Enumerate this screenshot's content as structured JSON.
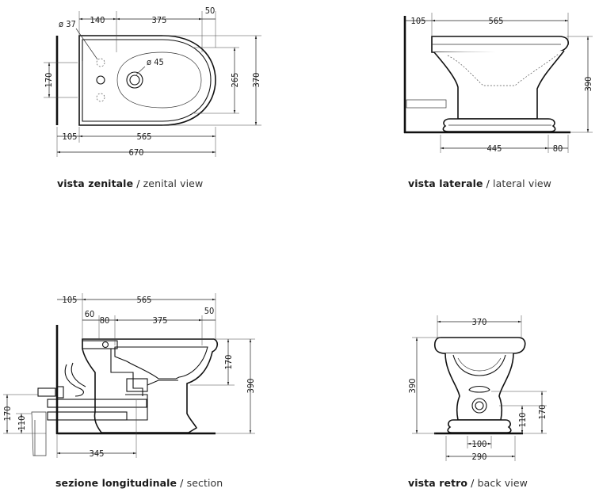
{
  "views": {
    "top": {
      "caption_it": "vista zenitale",
      "caption_en": "zenital view",
      "dims": {
        "d140": "140",
        "d375": "375",
        "d50": "50",
        "dia37": "ø 37",
        "dia45": "ø 45",
        "d170": "170",
        "d265": "265",
        "d370": "370",
        "d105": "105",
        "d565": "565",
        "d670": "670"
      }
    },
    "lateral": {
      "caption_it": "vista laterale",
      "caption_en": "lateral view",
      "dims": {
        "d105": "105",
        "d565": "565",
        "d390": "390",
        "d445": "445",
        "d80": "80"
      }
    },
    "section": {
      "caption_it": "sezione longitudinale",
      "caption_en": "section",
      "dims": {
        "d105": "105",
        "d565": "565",
        "d60": "60",
        "d80": "80",
        "d375": "375",
        "d50": "50",
        "d170r": "170",
        "d390": "390",
        "d170l": "170",
        "d110l": "110",
        "d345": "345"
      }
    },
    "back": {
      "caption_it": "vista retro",
      "caption_en": "back view",
      "dims": {
        "d370": "370",
        "d390": "390",
        "d110": "110",
        "d170": "170",
        "d100": "100",
        "d290": "290"
      }
    }
  }
}
